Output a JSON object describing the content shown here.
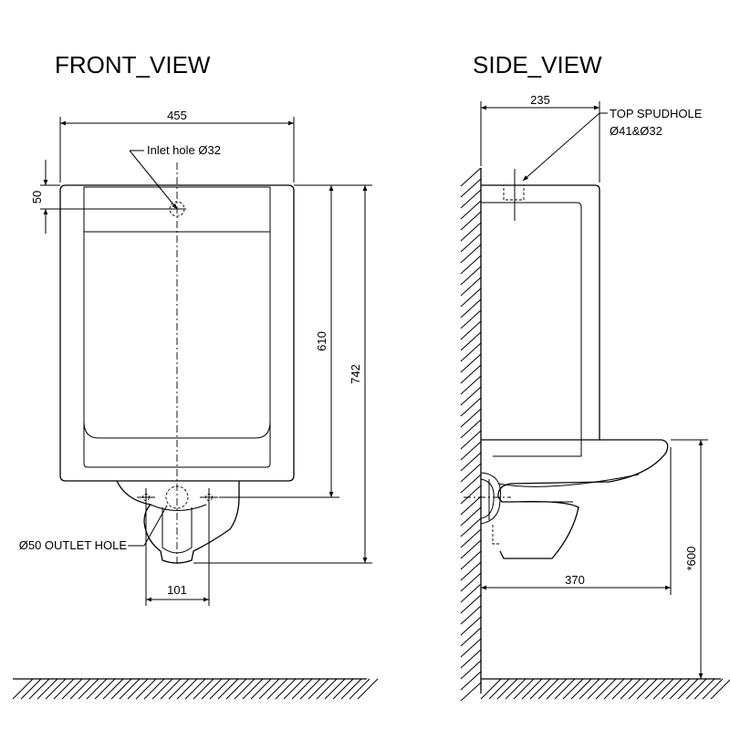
{
  "views": {
    "front_title": "FRONT_VIEW",
    "side_title": "SIDE_VIEW"
  },
  "front": {
    "width_dim": "455",
    "inlet_dim": "50",
    "height_dim": "610",
    "total_height_dim": "742",
    "outlet_spacing_dim": "101",
    "inlet_label": "Inlet hole Ø32",
    "outlet_label": "Ø50 OUTLET HOLE"
  },
  "side": {
    "depth_dim": "235",
    "spud_label_1": "TOP SPUDHOLE",
    "spud_label_2": "Ø41&Ø32",
    "bowl_depth_dim": "370",
    "mount_height_dim": "*600"
  }
}
